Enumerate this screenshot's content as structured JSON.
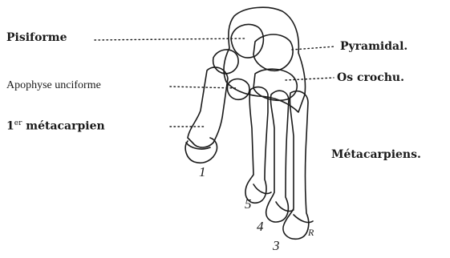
{
  "labels": {
    "pisiforme": "Pisiforme",
    "pyramidal": "Pyramidal.",
    "apophyse": "Apophyse unciforme",
    "os_crochu": "Os crochu.",
    "metacarpien_1_num": "1",
    "metacarpien_1_sup": "er",
    "metacarpien_1_text": "métacarpien",
    "metacarpiens": "Métacarpiens."
  },
  "digit_numbers": [
    "1",
    "5",
    "4",
    "3"
  ],
  "signature": "R",
  "colors": {
    "ink": "#1a1a1a",
    "paper": "#ffffff"
  }
}
